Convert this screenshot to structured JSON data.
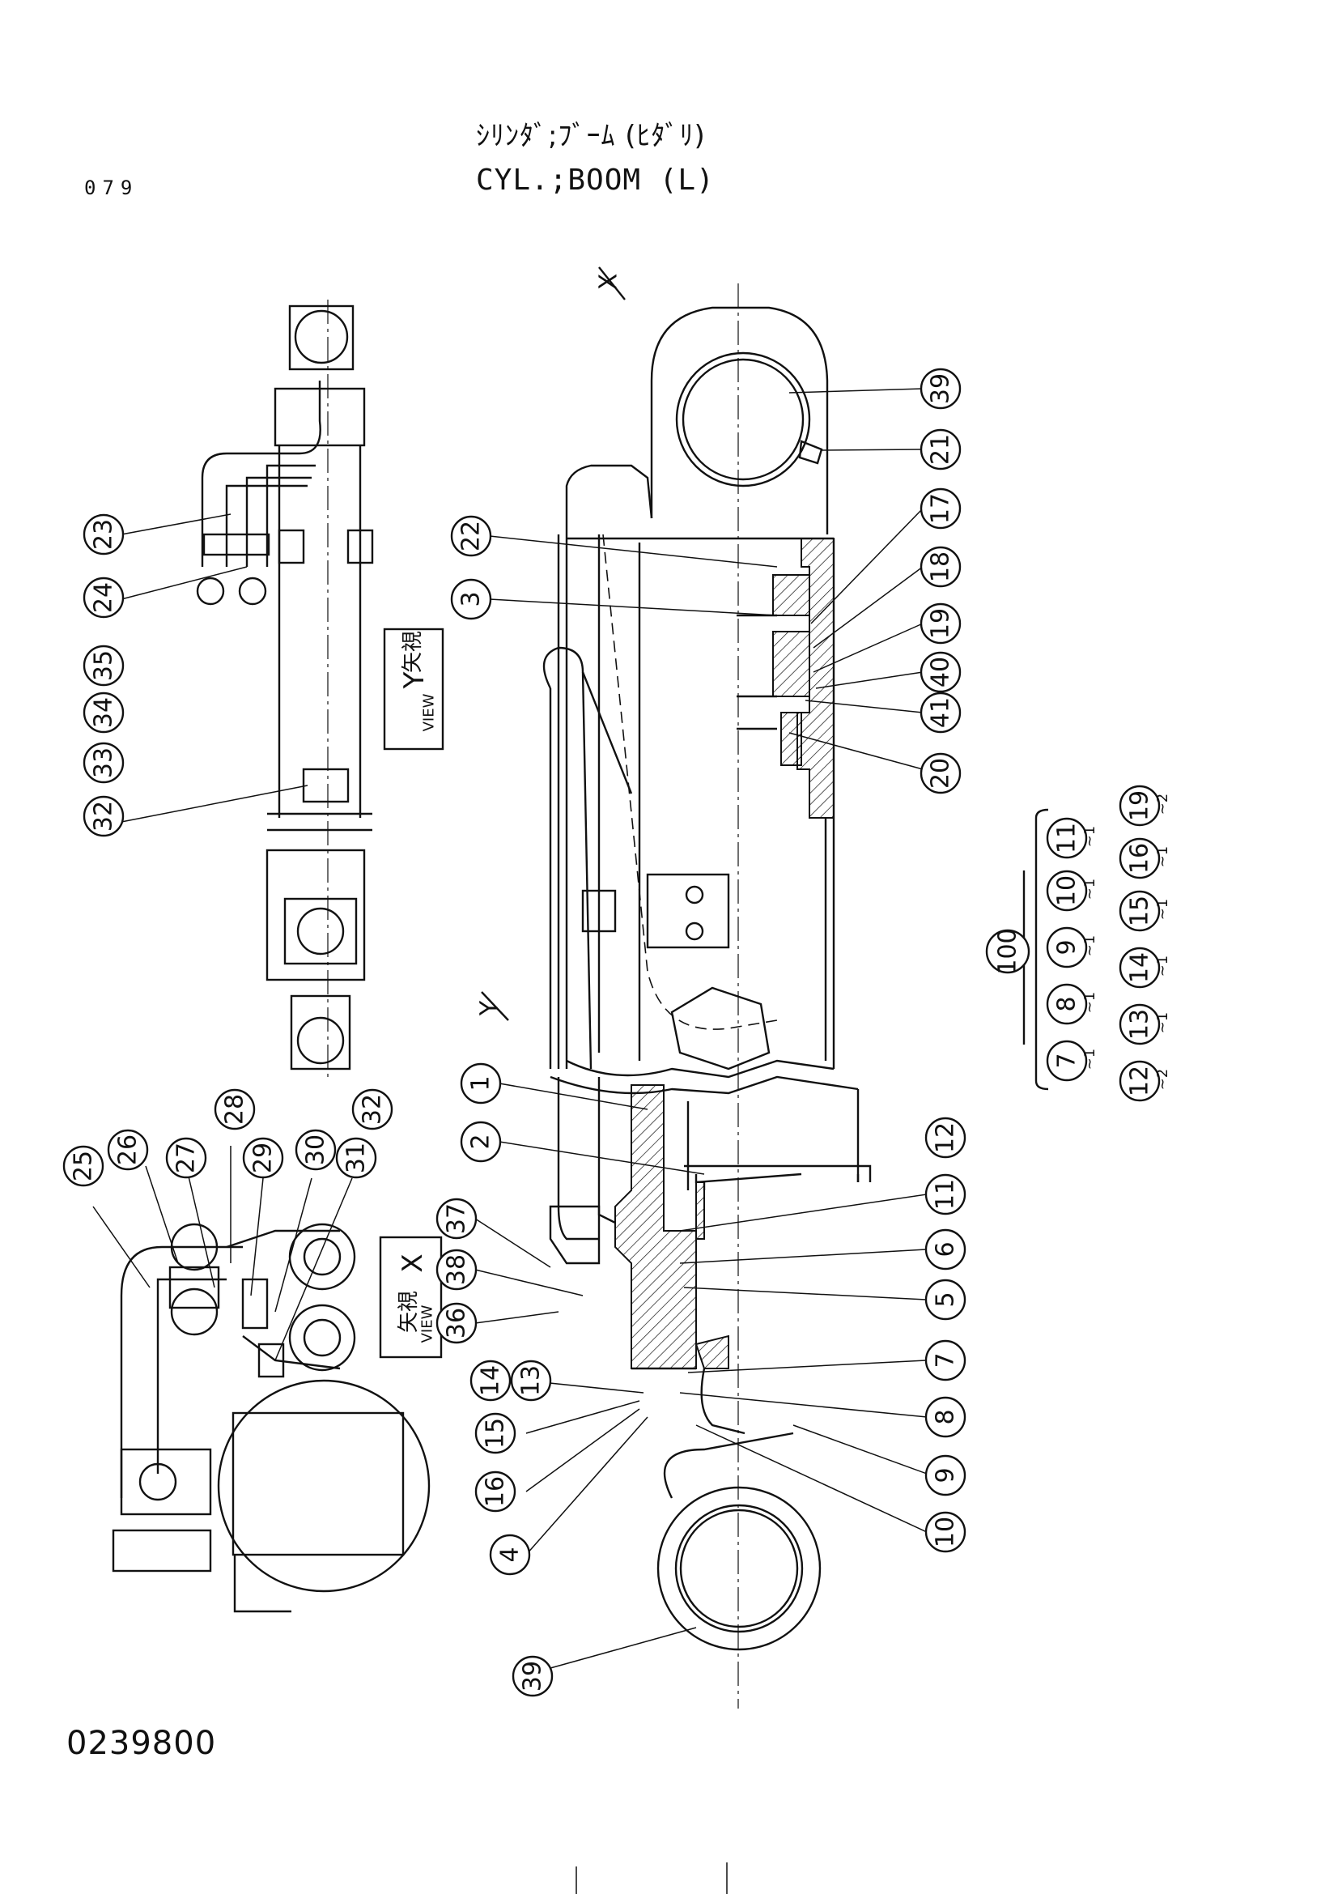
{
  "header": {
    "page_number": "079",
    "title_jp": "ｼﾘﾝﾀﾞ;ﾌﾞｰﾑ (ﾋﾀﾞﾘ)",
    "title_en": "CYL.;BOOM (L)"
  },
  "footer": {
    "drawing_number": "0239800"
  },
  "views": {
    "view_y": {
      "kanji": "矢視",
      "word": "VIEW",
      "letter": "Y"
    },
    "view_x": {
      "kanji": "矢視",
      "word": "VIEW",
      "letter": "X"
    },
    "section_marks": {
      "x": "X",
      "y": "Y"
    }
  },
  "callouts": {
    "main_right": [
      "39",
      "21",
      "17",
      "18",
      "19",
      "40",
      "41",
      "20"
    ],
    "main_left_top": [
      "22",
      "3"
    ],
    "main_left": [
      "1",
      "2",
      "37",
      "38",
      "36",
      "14",
      "13",
      "15",
      "16",
      "4",
      "39"
    ],
    "main_lower_right": [
      "12",
      "11",
      "6",
      "5",
      "7",
      "8",
      "9",
      "10"
    ],
    "view_y": [
      "23",
      "24",
      "35",
      "34",
      "33",
      "32"
    ],
    "view_x": [
      "25",
      "26",
      "27",
      "28",
      "29",
      "30",
      "31",
      "32"
    ]
  },
  "kit": {
    "kit_number": "100",
    "row_1": [
      "7",
      "8",
      "9",
      "10",
      "11"
    ],
    "row_2": [
      "12",
      "13",
      "14",
      "15",
      "16",
      "19"
    ],
    "tilde_1": "~1",
    "tilde_2": "~2"
  }
}
